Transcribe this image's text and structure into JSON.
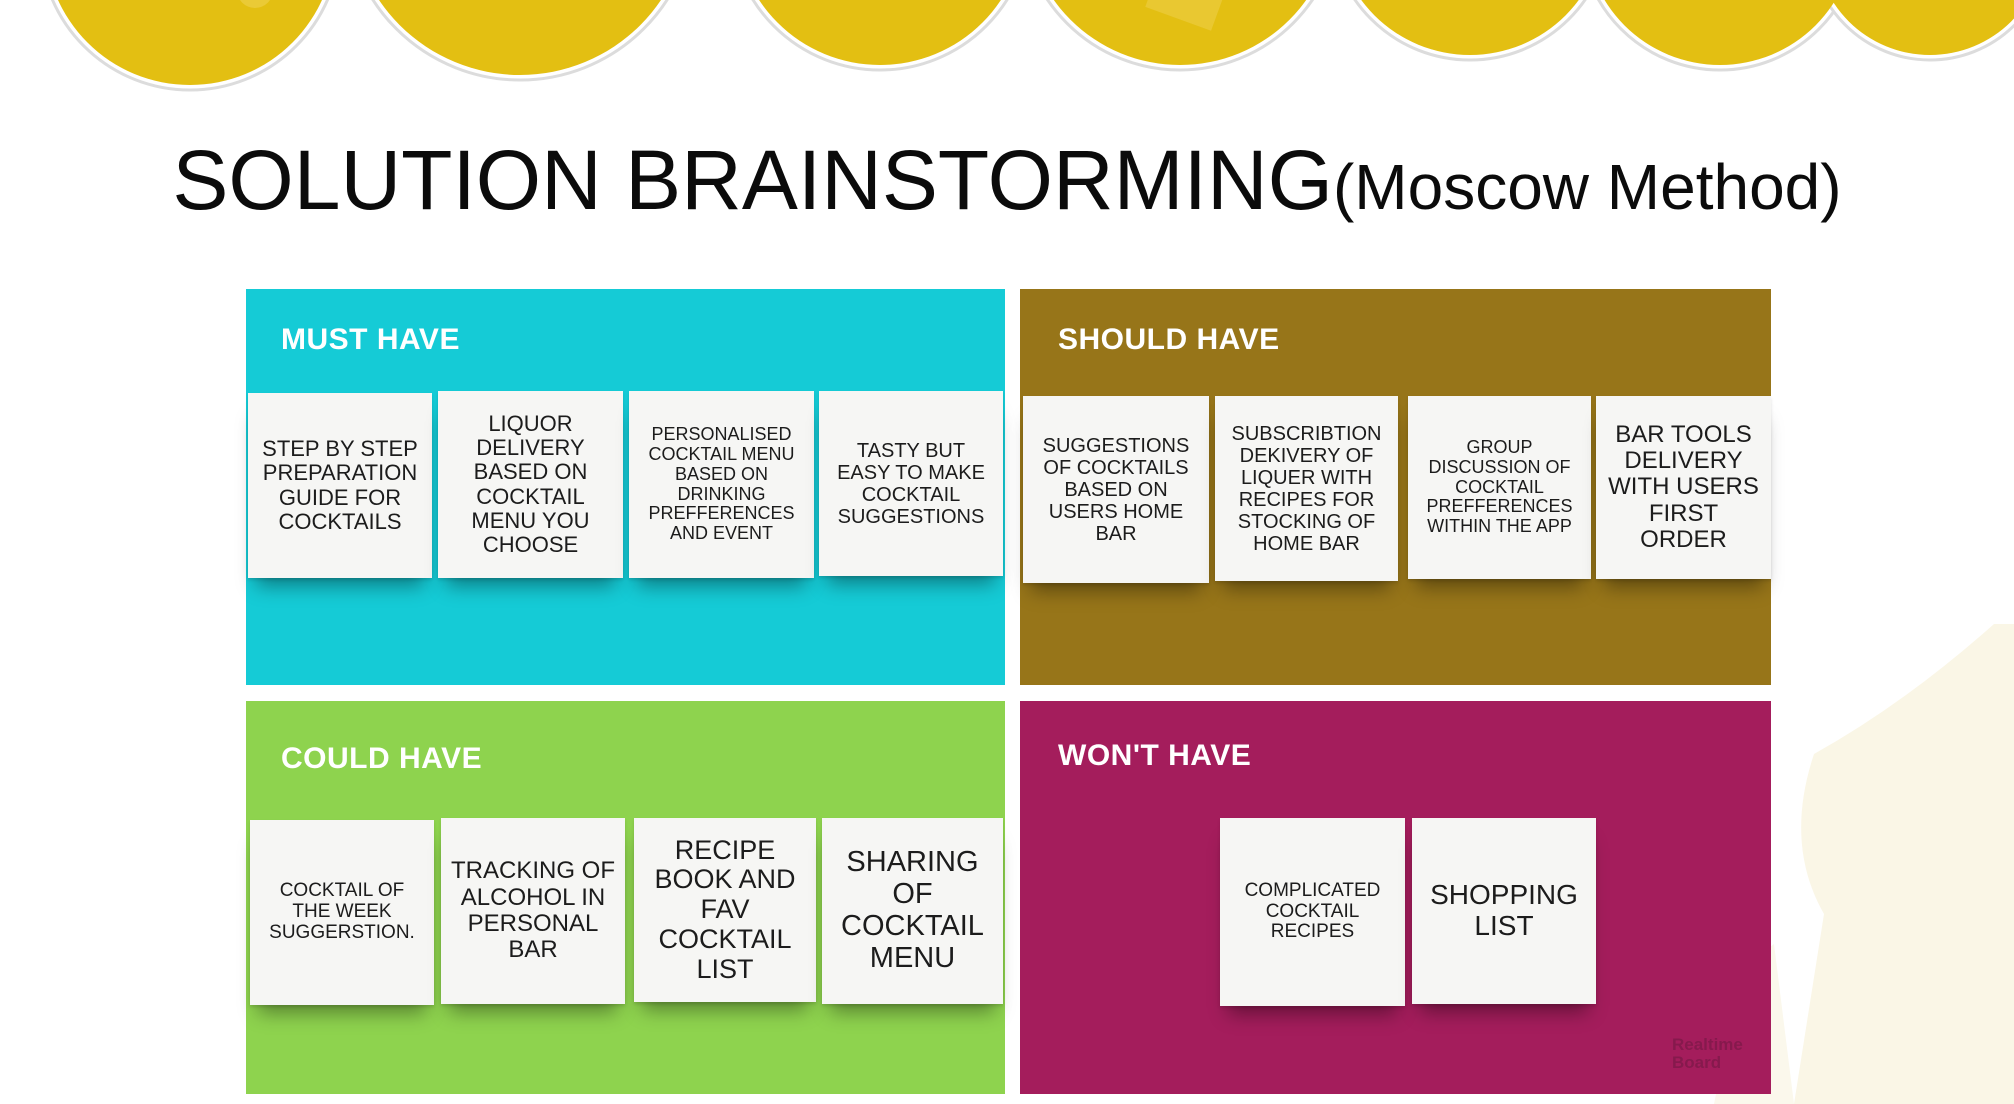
{
  "title": {
    "main": "SOLUTION BRAINSTORMING",
    "sub": "(Moscow Method)"
  },
  "colors": {
    "must": "#15cbd6",
    "should": "#977519",
    "could": "#8ed34e",
    "wont": "#a41d5c",
    "banner": "#e3bf12"
  },
  "quadrants": {
    "must": {
      "label": "MUST HAVE",
      "notes": [
        "STEP BY STEP PREPARATION GUIDE FOR COCKTAILS",
        "LIQUOR DELIVERY BASED ON COCKTAIL MENU YOU CHOOSE",
        "PERSONALISED COCKTAIL MENU BASED ON DRINKING PREFFERENCES AND EVENT",
        "TASTY BUT EASY TO MAKE COCKTAIL SUGGESTIONS"
      ]
    },
    "should": {
      "label": "SHOULD HAVE",
      "notes": [
        "SUGGESTIONS OF COCKTAILS BASED ON USERS HOME BAR",
        "SUBSCRIBTION DEKIVERY OF LIQUER WITH RECIPES FOR STOCKING OF HOME BAR",
        "GROUP DISCUSSION OF COCKTAIL PREFFERENCES WITHIN THE APP",
        "BAR TOOLS DELIVERY WITH USERS FIRST ORDER"
      ]
    },
    "could": {
      "label": "COULD HAVE",
      "notes": [
        "COCKTAIL OF THE WEEK SUGGERSTION.",
        "TRACKING OF ALCOHOL IN PERSONAL BAR",
        "RECIPE BOOK AND FAV COCKTAIL LIST",
        "SHARING OF COCKTAIL MENU"
      ]
    },
    "wont": {
      "label": "WON'T HAVE",
      "notes": [
        "COMPLICATED COCKTAIL RECIPES",
        "SHOPPING LIST"
      ]
    }
  },
  "watermark": {
    "line1": "Realtime",
    "line2": "Board"
  }
}
